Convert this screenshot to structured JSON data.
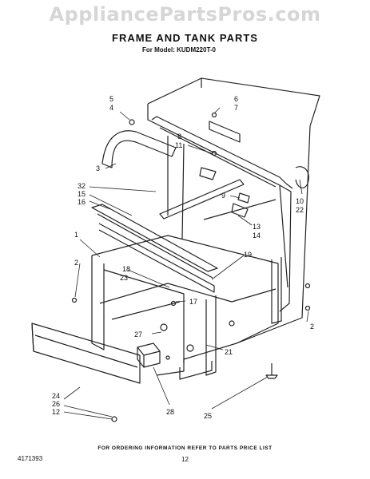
{
  "watermark": "AppliancePartsPros.com",
  "title": "FRAME AND TANK PARTS",
  "subtitle": "For Model: KUDM220T-0",
  "footer_note": "FOR ORDERING INFORMATION REFER TO PARTS PRICE LIST",
  "page_number": "12",
  "document_number": "4171393",
  "callouts": [
    "5",
    "4",
    "6",
    "7",
    "8",
    "11",
    "3",
    "32",
    "15",
    "16",
    "9",
    "10",
    "22",
    "13",
    "14",
    "1",
    "2",
    "18",
    "23",
    "19",
    "17",
    "2",
    "27",
    "21",
    "24",
    "26",
    "12",
    "28",
    "25"
  ]
}
